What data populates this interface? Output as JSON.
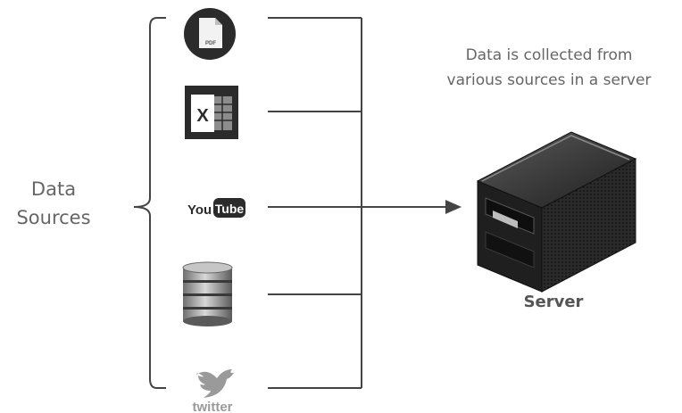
{
  "diagram": {
    "sources_label": [
      "Data",
      "Sources"
    ],
    "caption": [
      "Data is collected from",
      "various sources in a server"
    ],
    "server_label": "Server",
    "sources": [
      {
        "name": "pdf",
        "icon": "pdf-file-icon",
        "badge": "PDF"
      },
      {
        "name": "excel",
        "icon": "excel-icon",
        "badge": "X"
      },
      {
        "name": "youtube",
        "icon": "youtube-logo-icon",
        "text_you": "You",
        "text_tube": "Tube"
      },
      {
        "name": "database",
        "icon": "database-icon"
      },
      {
        "name": "twitter",
        "icon": "twitter-bird-icon",
        "text": "twitter"
      }
    ],
    "colors": {
      "line": "#444444",
      "icon_dark": "#2b2b2b",
      "icon_gray": "#9a9a9a",
      "text": "#666666"
    }
  }
}
